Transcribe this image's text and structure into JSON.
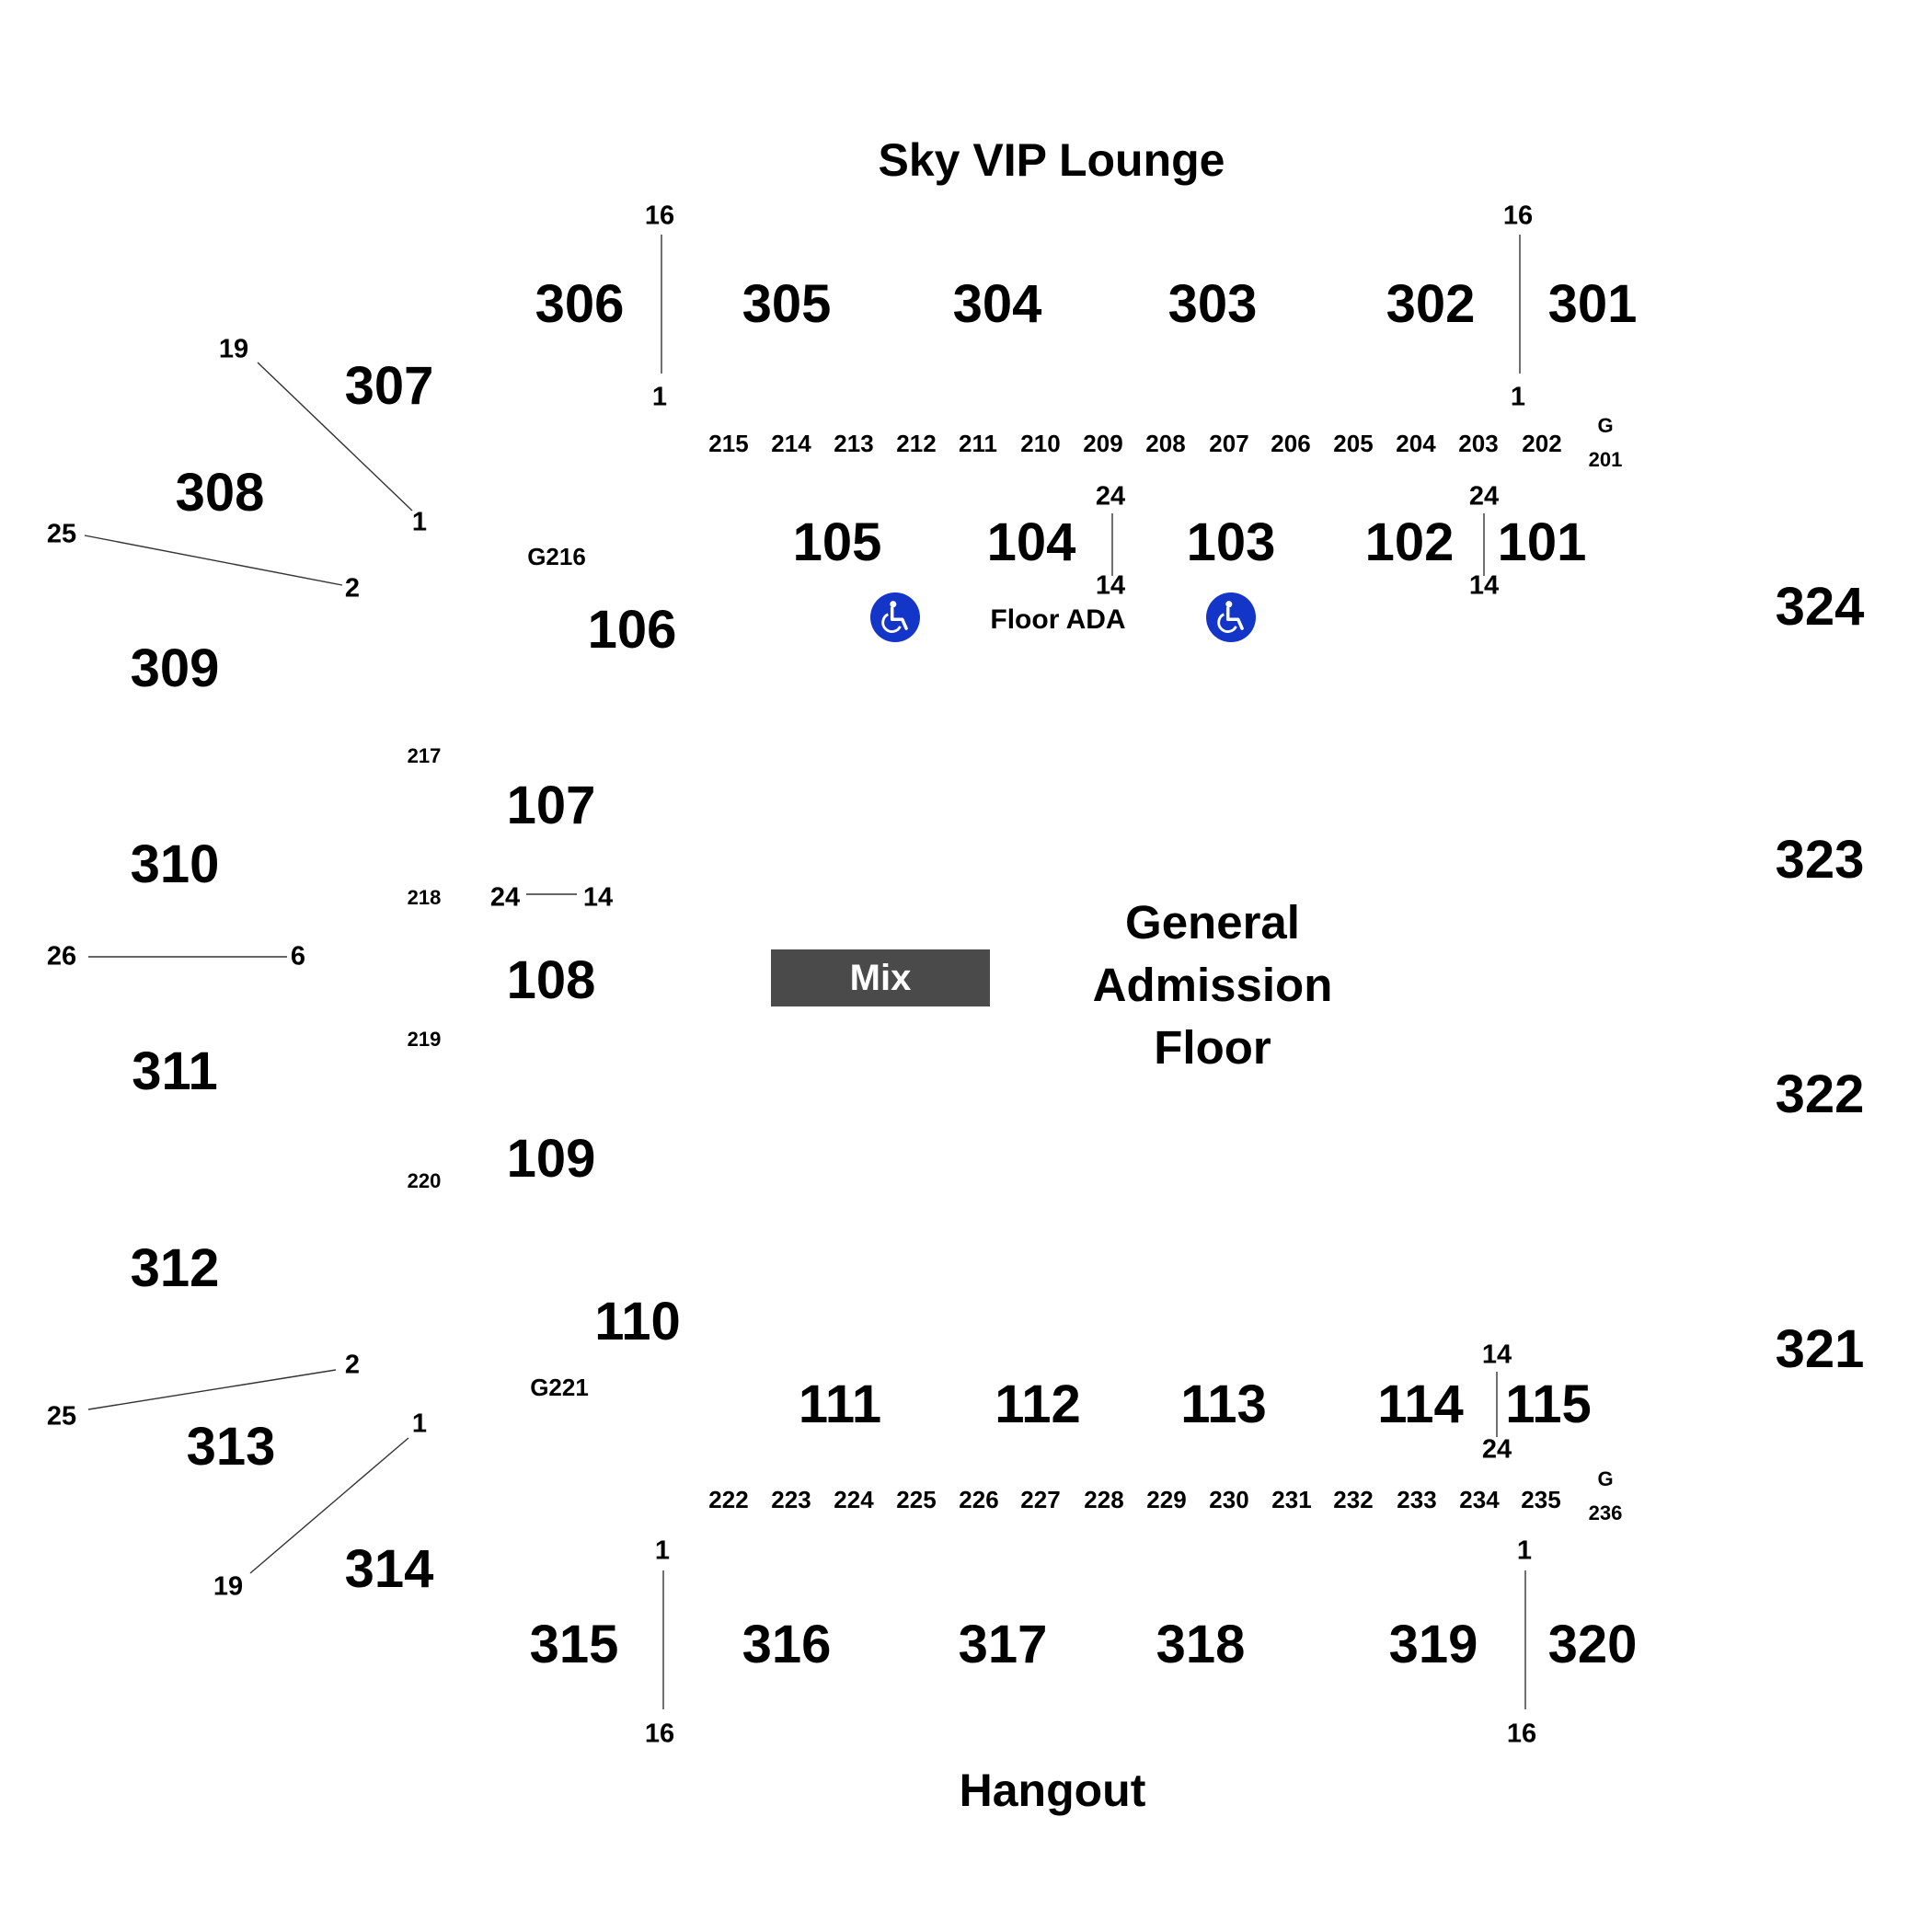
{
  "venue_labels": {
    "sky_vip": "Sky VIP Lounge",
    "hangout": "Hangout",
    "general_admission": [
      "General",
      "Admission",
      "Floor"
    ],
    "mix": "Mix",
    "floor_ada": "Floor ADA"
  },
  "sections_300": [
    "301",
    "302",
    "303",
    "304",
    "305",
    "306",
    "307",
    "308",
    "309",
    "310",
    "311",
    "312",
    "313",
    "314",
    "315",
    "316",
    "317",
    "318",
    "319",
    "320",
    "321",
    "322",
    "323",
    "324"
  ],
  "sections_200": [
    "202",
    "203",
    "204",
    "205",
    "206",
    "207",
    "208",
    "209",
    "210",
    "211",
    "212",
    "213",
    "214",
    "215",
    "217",
    "218",
    "219",
    "220",
    "222",
    "223",
    "224",
    "225",
    "226",
    "227",
    "228",
    "229",
    "230",
    "231",
    "232",
    "233",
    "234",
    "235"
  ],
  "gates": {
    "g201": [
      "G",
      "201"
    ],
    "g236": [
      "G",
      "236"
    ],
    "g216": "G216",
    "g221": "G221"
  },
  "sections_100": [
    "101",
    "102",
    "103",
    "104",
    "105",
    "106",
    "107",
    "108",
    "109",
    "110",
    "111",
    "112",
    "113",
    "114",
    "115"
  ],
  "row_markers": {
    "r16": "16",
    "r1": "1",
    "r19": "19",
    "r25": "25",
    "r2": "2",
    "r26": "26",
    "r6": "6",
    "r24": "24",
    "r14": "14"
  },
  "icons": [
    "wheelchair-icon",
    "wheelchair-icon"
  ],
  "colors": {
    "ada_blue": "#1436c8",
    "mix_gray": "#4a4a4a",
    "text": "#000000"
  }
}
